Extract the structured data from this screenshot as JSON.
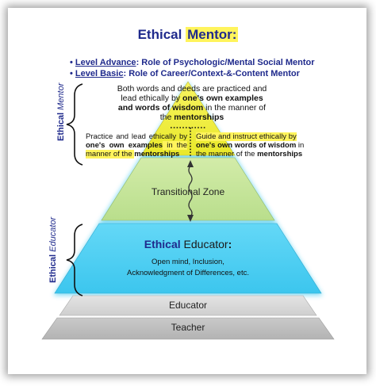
{
  "title": {
    "prefix": "Ethical",
    "highlight": "Mentor:"
  },
  "levels": [
    {
      "label": "Level Advance",
      "text": ": Role of Psychologic/Mental Social Mentor"
    },
    {
      "label": "Level Basic",
      "text": ": Role of Career/Context-&-Content Mentor"
    }
  ],
  "side_labels": {
    "mentor": {
      "bold": "Ethical",
      "plain": "Mentor"
    },
    "educator": {
      "bold": "Ethical",
      "plain": "Educator"
    }
  },
  "mentor_top": {
    "p1": "Both words and deeds are practiced and lead ethically by ",
    "b1": "one's own examples and words of wisdom",
    "p2": " in the manner of the ",
    "b2": "mentorships"
  },
  "mentor_left": {
    "p1": "Practice and lead ethically by ",
    "b1": "one's own examples",
    "p2": " in the manner of the ",
    "b2": "mentorships"
  },
  "mentor_right": {
    "p1": "Guide and instruct ethically by ",
    "b1": "one's own words of wisdom",
    "p2": " in the manner of the ",
    "b2": "mentorships"
  },
  "transitional": "Transitional Zone",
  "ethical_educator": {
    "t1": "Ethical",
    "t2": "Educator",
    "colon": ":",
    "line1": "Open mind, Inclusion,",
    "line2": "Acknowledgment of Differences, etc."
  },
  "educator": "Educator",
  "teacher": "Teacher",
  "colors": {
    "navy": "#1f2a8c",
    "yellow": "#f3f23c",
    "green": "#c6e59d",
    "cyan": "#4dd0f5",
    "gray_light": "#d6d6d6",
    "gray_dark": "#bdbdbd"
  }
}
